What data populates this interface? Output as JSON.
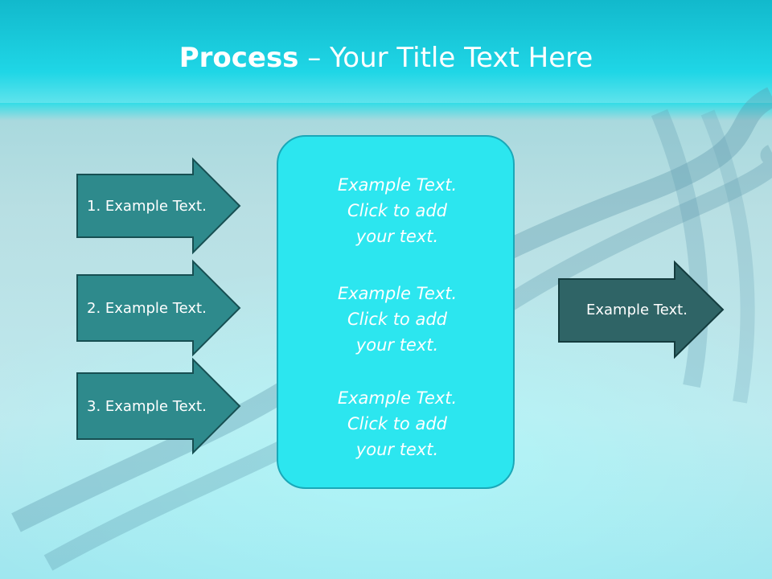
{
  "slide": {
    "title_bold": "Process",
    "title_rest": " – Your Title Text Here"
  },
  "left_arrows": [
    {
      "label": "1. Example Text."
    },
    {
      "label": "2. Example Text."
    },
    {
      "label": "3. Example Text."
    }
  ],
  "center_box": {
    "paragraphs": [
      {
        "lines": [
          "Example Text.",
          "Click  to add",
          "your text."
        ]
      },
      {
        "lines": [
          "Example Text.",
          "Click  to add",
          "your text."
        ]
      },
      {
        "lines": [
          "Example Text.",
          "Click  to add",
          "your text."
        ]
      }
    ]
  },
  "right_arrow": {
    "label": "Example Text."
  },
  "colors": {
    "arrow_fill": "#2e8a8c",
    "arrow_stroke": "#174f52",
    "right_arrow_fill": "#2f6466",
    "center_fill": "#2ce6ef"
  }
}
